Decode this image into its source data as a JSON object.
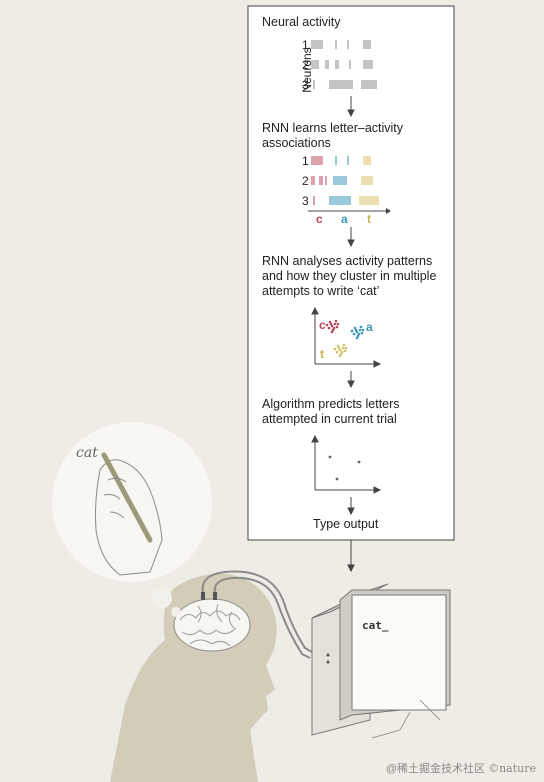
{
  "panel": {
    "step1_title": "Neural activity",
    "neurons_label": "Neurons",
    "rows": [
      "1",
      "2",
      "3"
    ],
    "step2_title_line1": "RNN learns letter–activity",
    "step2_title_line2": "associations",
    "letters": [
      "c",
      "a",
      "t"
    ],
    "step3_line1": "RNN analyses activity patterns",
    "step3_line2": "and how they cluster in multiple",
    "step3_line3": "attempts to write ‘cat’",
    "step4_line1": "Algorithm predicts letters",
    "step4_line2": "attempted in current trial",
    "step5_title": "Type output"
  },
  "bubble": {
    "handwritten_text": "cat"
  },
  "monitor": {
    "screen_text": "cat_"
  },
  "watermark": "@稀土掘金技术社区",
  "credit": "©nature",
  "colors": {
    "c": "#b5475a",
    "a": "#3a96b8",
    "t": "#d4c063",
    "ink": "#4a4a4a",
    "panel_bg": "#ffffff",
    "bg": "#eeece4",
    "skin": "#cfc9b4"
  }
}
